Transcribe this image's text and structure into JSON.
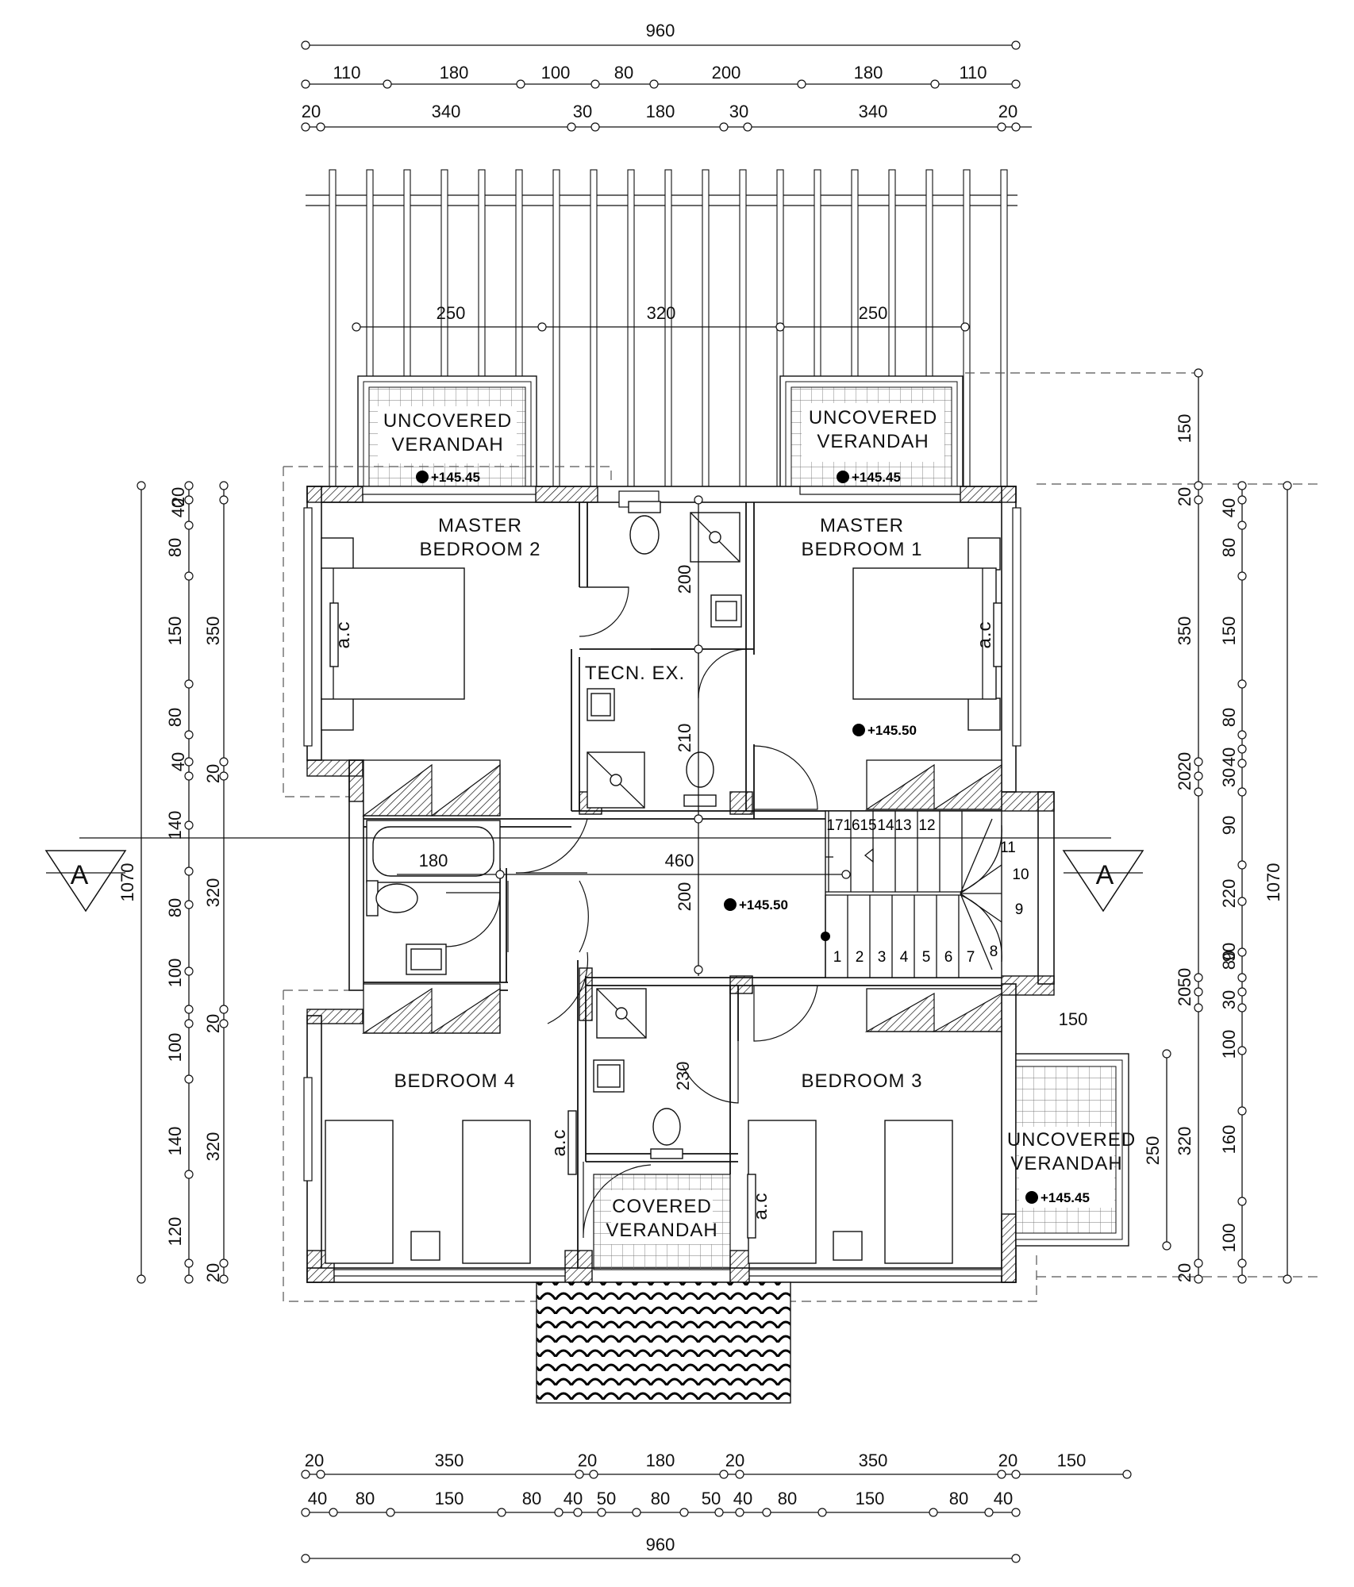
{
  "plan": {
    "dims": {
      "top": [
        "960",
        "110",
        "180",
        "100",
        "80",
        "200",
        "180",
        "110",
        "20",
        "340",
        "30",
        "180",
        "30",
        "340",
        "20"
      ],
      "top_inner": [
        "250",
        "320",
        "250"
      ],
      "bottom": [
        "20",
        "350",
        "20",
        "180",
        "20",
        "350",
        "20",
        "150",
        "40",
        "80",
        "150",
        "80",
        "40",
        "50",
        "80",
        "50",
        "40",
        "80",
        "150",
        "80",
        "40",
        "960"
      ],
      "left": [
        "1070",
        "20",
        "40",
        "80",
        "150",
        "350",
        "80",
        "40",
        "20",
        "140",
        "320",
        "80",
        "100",
        "20",
        "100",
        "140",
        "320",
        "120",
        "20"
      ],
      "right": [
        "150",
        "20",
        "40",
        "80",
        "150",
        "350",
        "80",
        "30",
        "40",
        "20",
        "20",
        "90",
        "220",
        "80",
        "90",
        "50",
        "20",
        "30",
        "100",
        "160",
        "320",
        "100",
        "20",
        "1070",
        "250",
        "150"
      ],
      "interior": [
        "200",
        "210",
        "180",
        "460",
        "200",
        "230"
      ]
    },
    "rooms": {
      "uncovered_l": "UNCOVERED",
      "verandah_l": "VERANDAH",
      "uncovered_r": "UNCOVERED",
      "verandah_r": "VERANDAH",
      "uncovered_e": "UNCOVERED",
      "verandah_e": "VERANDAH",
      "covered": "COVERED",
      "verandah_c": "VERANDAH",
      "master2_a": "MASTER",
      "master2_b": "BEDROOM  2",
      "master1_a": "MASTER",
      "master1_b": "BEDROOM  1",
      "tecn": "TECN.  EX.",
      "bedroom4": "BEDROOM  4",
      "bedroom3": "BEDROOM  3"
    },
    "levels": {
      "l1": "+145.45",
      "l2": "+145.45",
      "l3": "+145.50",
      "l4": "+145.50",
      "l5": "+145.45"
    },
    "ac": [
      "a.c",
      "a.c",
      "a.c",
      "a.c"
    ],
    "section_mark": "A",
    "stair_steps": [
      "1",
      "2",
      "3",
      "4",
      "5",
      "6",
      "7",
      "8",
      "9",
      "10",
      "11",
      "12",
      "13",
      "14",
      "15",
      "16",
      "17"
    ]
  }
}
